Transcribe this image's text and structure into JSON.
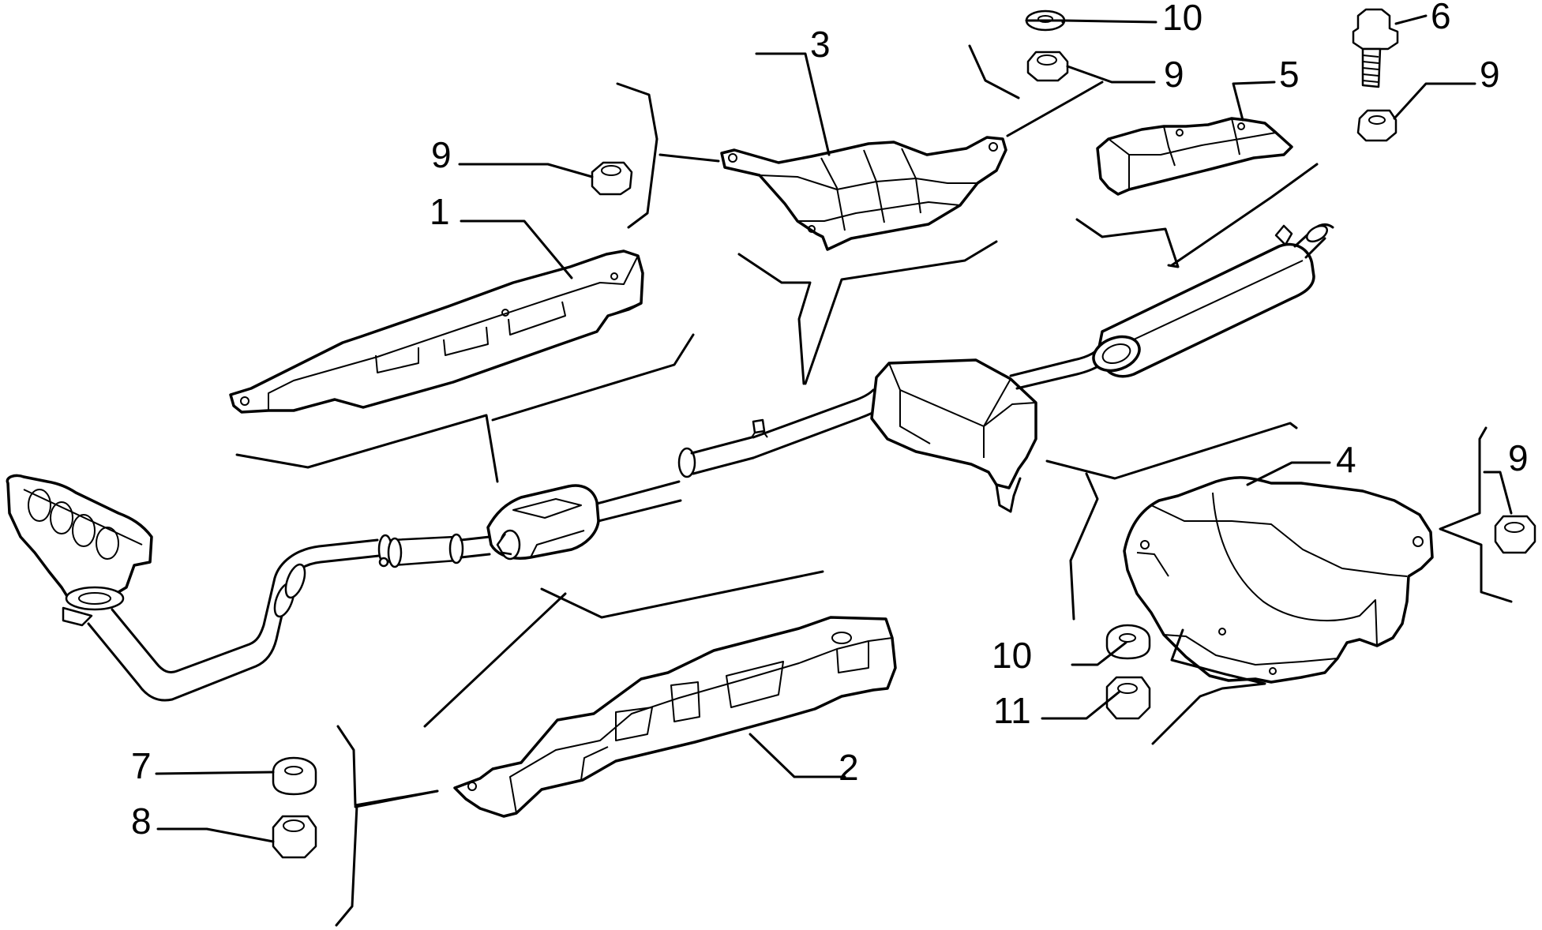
{
  "callouts": {
    "c1": "1",
    "c2": "2",
    "c3": "3",
    "c4": "4",
    "c5": "5",
    "c6": "6",
    "c7": "7",
    "c8": "8",
    "c9_left": "9",
    "c9_top": "9",
    "c9_topright": "9",
    "c9_right": "9",
    "c10_top": "10",
    "c10_bottom": "10",
    "c11": "11"
  }
}
